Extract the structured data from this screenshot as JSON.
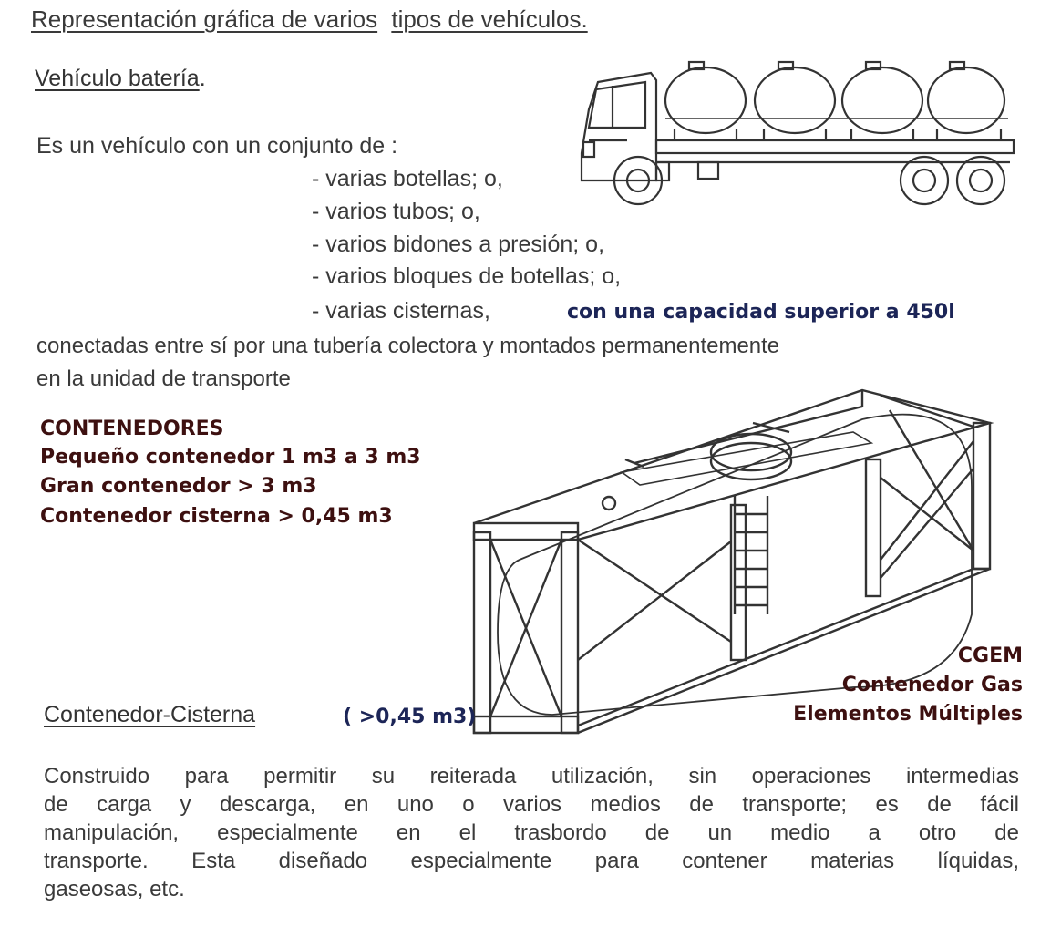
{
  "title_part1": "Representación gráfica de varios",
  "title_part2": "tipos de vehículos.",
  "battery": {
    "heading": "Vehículo batería",
    "heading_suffix": ".",
    "intro": "Es un vehículo con un conjunto de :",
    "items": [
      "- varias botellas; o,",
      "- varios tubos; o,",
      "- varios bidones a presión; o,",
      "- varios bloques de botellas; o,",
      "- varias cisternas,"
    ],
    "capacity_note": "con una capacidad superior a 450l",
    "closing_line1": "conectadas entre sí por una tubería colectora y montados permanentemente",
    "closing_line2": "en la unidad de transporte"
  },
  "containers": {
    "heading": "CONTENEDORES",
    "small": "Pequeño contenedor 1 m3 a 3 m3",
    "large": "Gran contenedor > 3 m3",
    "tank": "Contenedor cisterna > 0,45 m3"
  },
  "cgem": {
    "line1": "CGEM",
    "line2": "Contenedor Gas",
    "line3": "Elementos Múltiples"
  },
  "tank_container": {
    "heading": "Contenedor-Cisterna",
    "capacity_note": "( >0,45 m3)",
    "lines": [
      "Construido para permitir su reiterada utilización, sin operaciones intermedias",
      "de carga y descarga, en uno o varios medios de transporte; es de fácil",
      "manipulación, especialmente en el trasbordo de un medio a otro de",
      "transporte. Esta diseñado especialmente para contener materias líquidas,",
      "gaseosas, etc."
    ]
  }
}
